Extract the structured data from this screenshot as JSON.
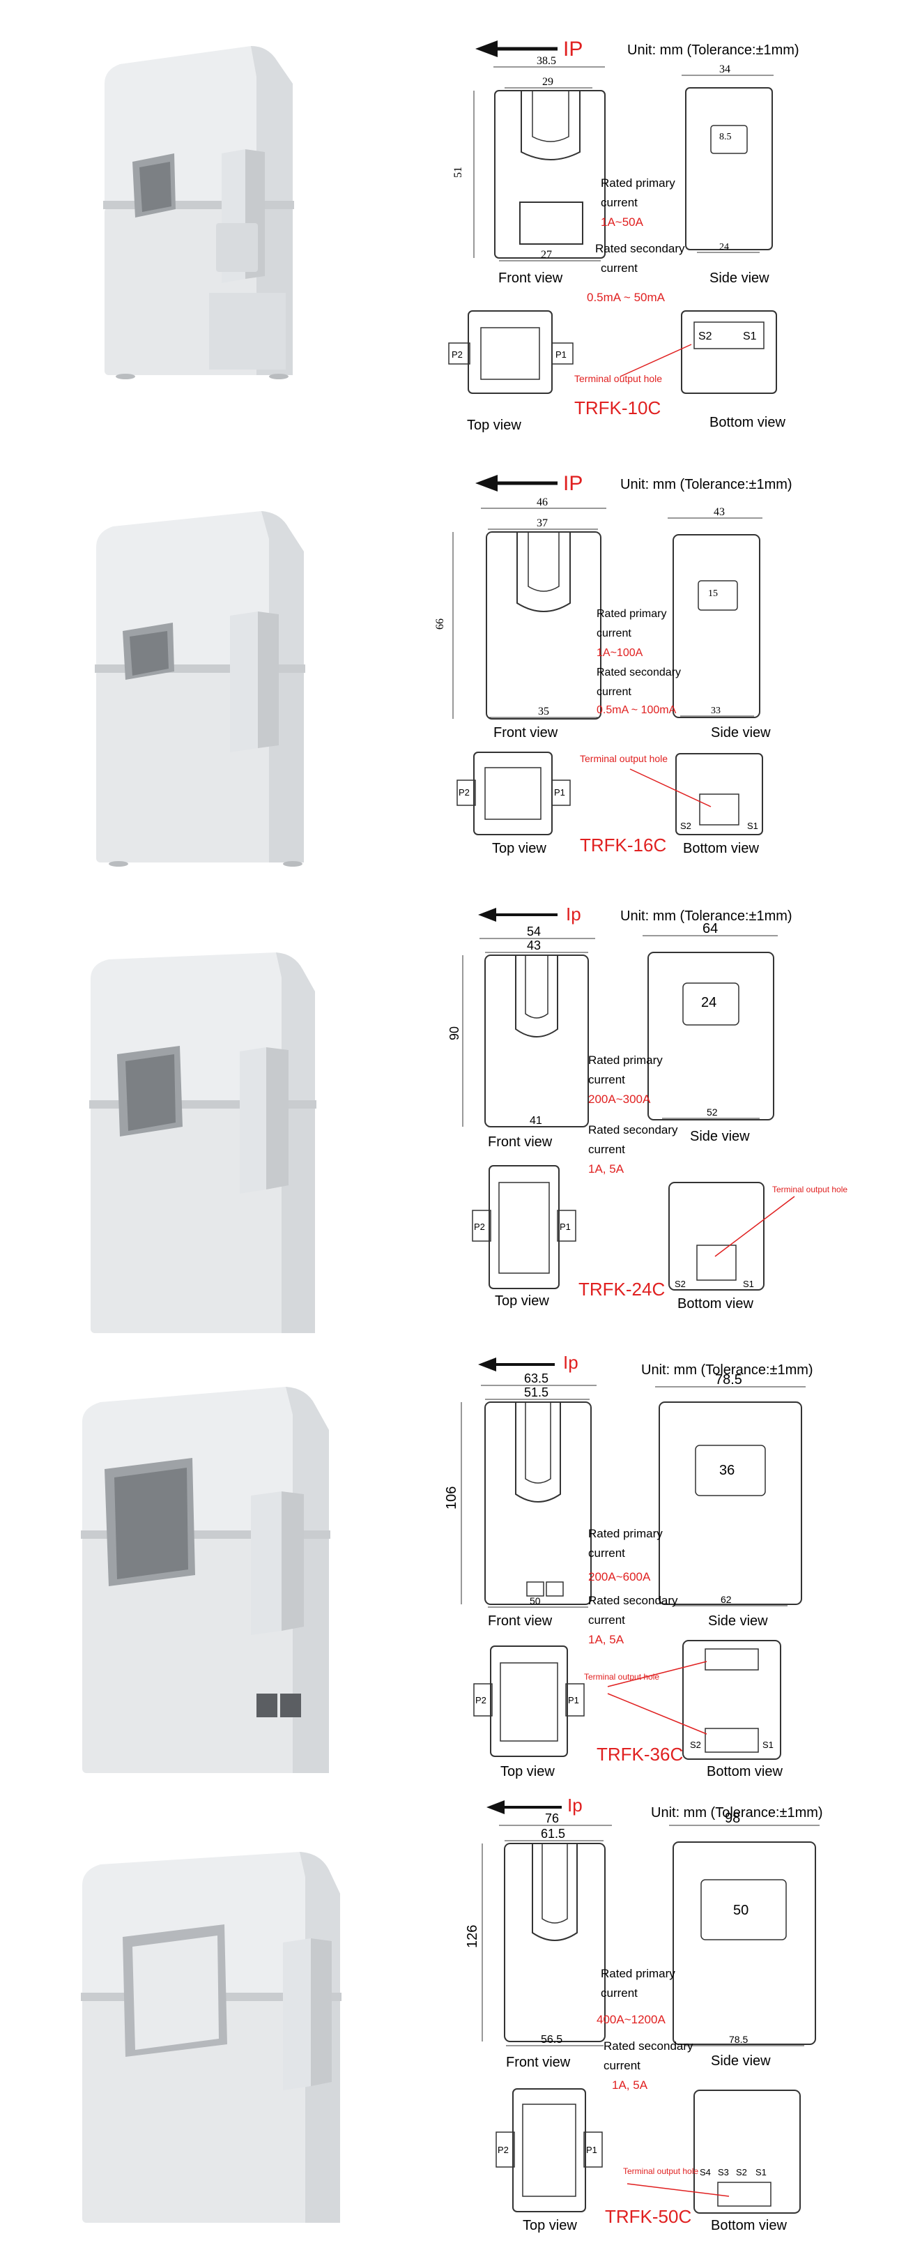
{
  "products": [
    {
      "model": "TRFK-10C",
      "unit": "Unit: mm (Tolerance:±1mm)",
      "ip_label": "IP",
      "width_outer": "38.5",
      "width_inner": "29",
      "height": "51",
      "base_front": "27",
      "side_width": "34",
      "side_window": "8.5",
      "side_base": "24",
      "primary_label_1": "Rated primary",
      "primary_label_2": "current",
      "primary_value": "1A~50A",
      "secondary_label_1": "Rated secondary",
      "secondary_label_2": "current",
      "secondary_value": "0.5mA ~ 50mA",
      "terminal_label": "Terminal output hole",
      "terminals": [
        "S2",
        "S1"
      ],
      "front_view": "Front view",
      "side_view": "Side view",
      "top_view": "Top view",
      "bottom_view": "Bottom view",
      "p2": "P2",
      "p1": "P1"
    },
    {
      "model": "TRFK-16C",
      "unit": "Unit: mm (Tolerance:±1mm)",
      "ip_label": "IP",
      "width_outer": "46",
      "width_inner": "37",
      "height": "66",
      "base_front": "35",
      "side_width": "43",
      "side_window": "15",
      "side_base": "33",
      "primary_label_1": "Rated primary",
      "primary_label_2": "current",
      "primary_value": "1A~100A",
      "secondary_label_1": "Rated secondary",
      "secondary_label_2": "current",
      "secondary_value": "0.5mA ~ 100mA",
      "terminal_label": "Terminal output hole",
      "terminals": [
        "S2",
        "S1"
      ],
      "front_view": "Front view",
      "side_view": "Side view",
      "top_view": "Top view",
      "bottom_view": "Bottom view",
      "p2": "P2",
      "p1": "P1"
    },
    {
      "model": "TRFK-24C",
      "unit": "Unit: mm (Tolerance:±1mm)",
      "ip_label": "Ip",
      "width_outer": "54",
      "width_inner": "43",
      "height": "90",
      "base_front": "41",
      "side_width": "64",
      "side_window": "24",
      "side_base": "52",
      "primary_label_1": "Rated primary",
      "primary_label_2": "current",
      "primary_value": "200A~300A",
      "secondary_label_1": "Rated secondary",
      "secondary_label_2": "current",
      "secondary_value": "1A, 5A",
      "terminal_label": "Terminal output hole",
      "terminals": [
        "S2",
        "S1"
      ],
      "front_view": "Front view",
      "side_view": "Side view",
      "top_view": "Top view",
      "bottom_view": "Bottom view",
      "p2": "P2",
      "p1": "P1"
    },
    {
      "model": "TRFK-36C",
      "unit": "Unit: mm (Tolerance:±1mm)",
      "ip_label": "Ip",
      "width_outer": "63.5",
      "width_inner": "51.5",
      "height": "106",
      "base_front": "50",
      "side_width": "78.5",
      "side_window": "36",
      "side_base": "62",
      "primary_label_1": "Rated primary",
      "primary_label_2": "current",
      "primary_value": "200A~600A",
      "secondary_label_1": "Rated secondary",
      "secondary_label_2": "current",
      "secondary_value": "1A, 5A",
      "terminal_label": "Terminal output hole",
      "terminals": [
        "S2",
        "S1"
      ],
      "front_view": "Front view",
      "side_view": "Side view",
      "top_view": "Top view",
      "bottom_view": "Bottom view",
      "p2": "P2",
      "p1": "P1"
    },
    {
      "model": "TRFK-50C",
      "unit": "Unit: mm (Tolerance:±1mm)",
      "ip_label": "Ip",
      "width_outer": "76",
      "width_inner": "61.5",
      "height": "126",
      "base_front": "56.5",
      "side_width": "98",
      "side_window": "50",
      "side_base": "78.5",
      "primary_label_1": "Rated primary",
      "primary_label_2": "current",
      "primary_value": "400A~1200A",
      "secondary_label_1": "Rated secondary",
      "secondary_label_2": "current",
      "secondary_value": "1A, 5A",
      "terminal_label": "Terminal output hole",
      "terminals": [
        "S4",
        "S3",
        "S2",
        "S1"
      ],
      "front_view": "Front view",
      "side_view": "Side view",
      "top_view": "Top view",
      "bottom_view": "Bottom view",
      "p2": "P2",
      "p1": "P1"
    }
  ]
}
